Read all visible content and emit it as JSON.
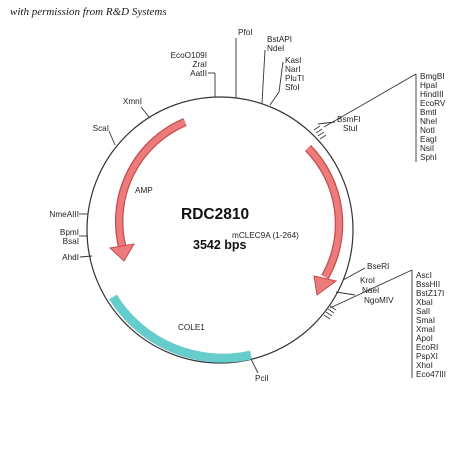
{
  "credit": "with permission from R&D Systems",
  "plasmid": {
    "name": "RDC2810",
    "size": "3542 bps"
  },
  "features": {
    "amp": "AMP",
    "insert": "mCLEC9A (1-264)",
    "ori": "COLE1"
  },
  "sites": {
    "ecoo109i": [
      "EcoO109I",
      "ZraI",
      "AatII"
    ],
    "pfoi": [
      "PfoI"
    ],
    "bstapi": [
      "BstAPI",
      "NdeI"
    ],
    "kasi": [
      "KasI",
      "NarI",
      "PluTI",
      "SfoI"
    ],
    "xmni": [
      "XmnI"
    ],
    "scai": [
      "ScaI"
    ],
    "nmeaiii": [
      "NmeAIII"
    ],
    "bpmi": [
      "BpmI",
      "BsaI"
    ],
    "ahdi": [
      "AhdI"
    ],
    "bsmfi": [
      "BsmFI"
    ],
    "stui": [
      "StuI"
    ],
    "mcs1": [
      "BmgBI",
      "HpaI",
      "HindIII",
      "EcoRV",
      "BmtI",
      "NheI",
      "NotI",
      "EagI",
      "NsiI",
      "SphI"
    ],
    "bseri": [
      "BseRI"
    ],
    "kroi": [
      "KroI",
      "NaeI",
      "NgoMIV"
    ],
    "mcs2": [
      "AscI",
      "BssHII",
      "BstZ17I",
      "XbaI",
      "SalI",
      "SmaI",
      "XmaI",
      "ApoI",
      "EcoRI",
      "PspXI",
      "XhoI",
      "Eco47III"
    ],
    "pcii": [
      "PciI"
    ]
  },
  "colors": {
    "amp_arrow": "#e06262",
    "insert_arrow": "#e06262",
    "ori_arc": "#66cccc",
    "backbone": "#333333"
  }
}
